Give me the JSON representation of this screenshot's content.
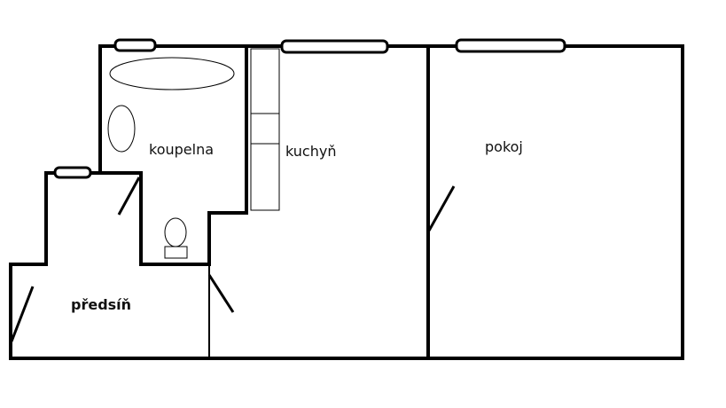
{
  "rooms": {
    "bathroom": "koupelna",
    "kitchen": "kuchyň",
    "room": "pokoj",
    "hallway": "předsíň"
  },
  "colors": {
    "line": "#000000",
    "background": "#ffffff"
  }
}
